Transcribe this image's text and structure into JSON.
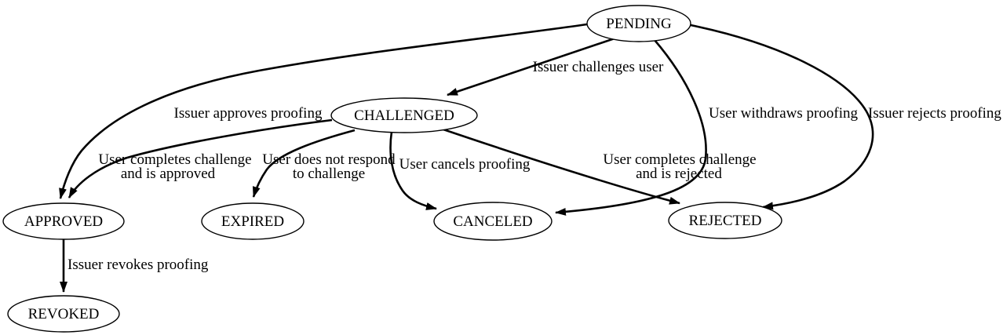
{
  "diagram": {
    "kind": "state-transition-diagram",
    "colors": {
      "background": "#ffffff",
      "node_fill": "#ffffff",
      "node_stroke": "#000000",
      "edge_stroke": "#000000",
      "text": "#000000"
    },
    "nodes": [
      {
        "id": "pending",
        "label": "PENDING"
      },
      {
        "id": "challenged",
        "label": "CHALLENGED"
      },
      {
        "id": "approved",
        "label": "APPROVED"
      },
      {
        "id": "expired",
        "label": "EXPIRED"
      },
      {
        "id": "canceled",
        "label": "CANCELED"
      },
      {
        "id": "rejected",
        "label": "REJECTED"
      },
      {
        "id": "revoked",
        "label": "REVOKED"
      }
    ],
    "edges": [
      {
        "from": "PENDING",
        "to": "CHALLENGED",
        "label": "Issuer challenges user"
      },
      {
        "from": "PENDING",
        "to": "APPROVED",
        "label": "Issuer approves proofing"
      },
      {
        "from": "PENDING",
        "to": "CANCELED",
        "label": "User withdraws proofing"
      },
      {
        "from": "PENDING",
        "to": "REJECTED",
        "label": "Issuer rejects proofing"
      },
      {
        "from": "CHALLENGED",
        "to": "APPROVED",
        "label": "User completes challenge and is approved",
        "label_lines": [
          "User completes challenge",
          "and is approved"
        ]
      },
      {
        "from": "CHALLENGED",
        "to": "EXPIRED",
        "label": "User does not respond to challenge",
        "label_lines": [
          "User does not respond",
          "to challenge"
        ]
      },
      {
        "from": "CHALLENGED",
        "to": "CANCELED",
        "label": "User cancels proofing"
      },
      {
        "from": "CHALLENGED",
        "to": "REJECTED",
        "label": "User completes challenge and is rejected",
        "label_lines": [
          "User completes challenge",
          "and is rejected"
        ]
      },
      {
        "from": "APPROVED",
        "to": "REVOKED",
        "label": "Issuer revokes proofing"
      }
    ]
  }
}
